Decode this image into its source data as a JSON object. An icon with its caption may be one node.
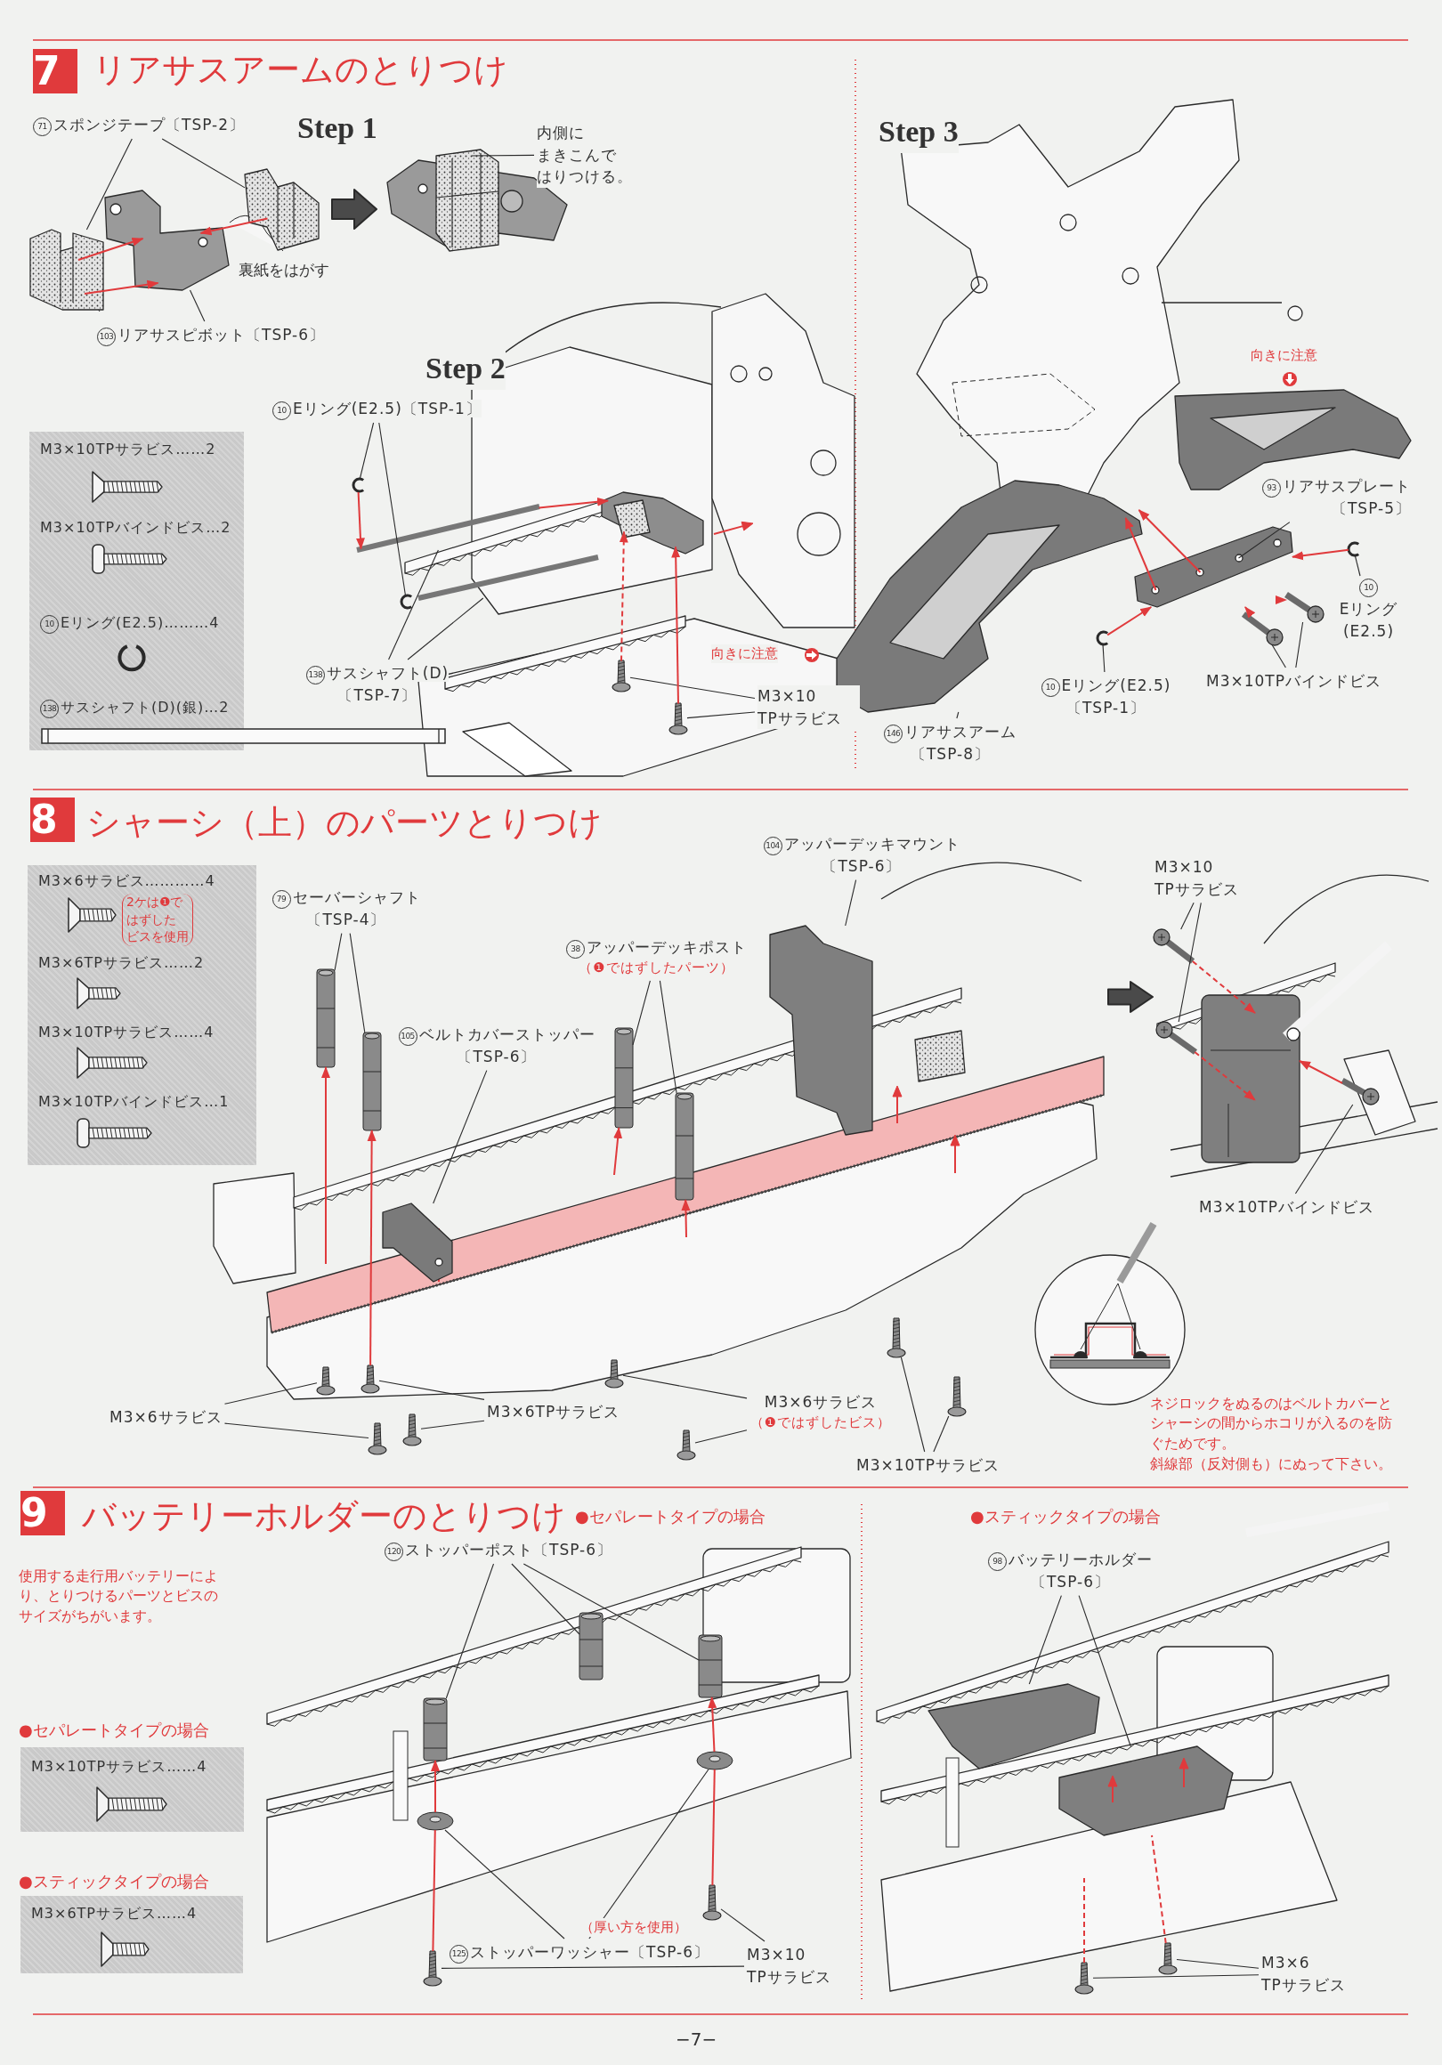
{
  "diagram": {
    "nodes": [
      {
        "text": [
          "7"
        ]
      },
      {
        "text": [
          "71",
          "スポンジテープ〔TSP-2〕"
        ]
      },
      {
        "text": [
          "103",
          "リアサスピボット〔TSP-6〕"
        ]
      },
      {
        "text": [
          "内側にまきこんではりつける。"
        ]
      },
      {
        "text": [
          "M3×10TPサラビス……2",
          "M3×10TPバインドビス…2",
          "10",
          "Eリング(E2.5)………4",
          "138",
          "サスシャフト(D)(銀)…2"
        ]
      },
      {
        "text": [
          "10",
          "Eリング(E2.5)〔TSP-1〕"
        ]
      },
      {
        "text": [
          "138",
          "サスシャフト(D) 〔TSP-7〕"
        ]
      },
      {
        "text": [
          "M3×10 TPサラビス"
        ]
      },
      {
        "text": [
          "93",
          "リアサスプレート〔TSP-5〕"
        ]
      },
      {
        "text": [
          "10",
          "Eリング (E2.5)"
        ]
      },
      {
        "text": [
          "M3×10TPバインドビス"
        ]
      },
      {
        "text": [
          "10",
          "Eリング(E2.5) 〔TSP-1〕"
        ]
      },
      {
        "text": [
          "146",
          "リアサスアーム〔TSP-8〕"
        ]
      },
      {
        "text": [
          "8"
        ]
      },
      {
        "text": [
          "M3×6サラビス…………4",
          "2ケは❶ではずしたビスを使用",
          "M3×6TPサラビス……2",
          "M3×10TPサラビス……4",
          "M3×10TPバインドビス…1"
        ]
      },
      {
        "text": [
          "79",
          "セーバーシャフト〔TSP-4〕"
        ]
      },
      {
        "text": [
          "105",
          "ベルトカバーストッパー〔TSP-6〕"
        ]
      },
      {
        "text": [
          "38",
          "アッパーデッキポスト",
          "（❶ではずしたパーツ）"
        ]
      },
      {
        "text": [
          "104",
          "アッパーデッキマウント〔TSP-6〕"
        ]
      },
      {
        "text": [
          "M3×10 TPサラビス"
        ]
      },
      {
        "text": [
          "M3×10TPバインドビス"
        ]
      },
      {
        "text": [
          "M3×6サラビス"
        ]
      },
      {
        "text": [
          "M3×6TPサラビス"
        ]
      },
      {
        "text": [
          "M3×6サラビス",
          "（❶ではずしたビス）"
        ]
      },
      {
        "text": [
          "M3×10TPサラビス"
        ]
      },
      {
        "text": [
          "9"
        ]
      },
      {
        "text": [
          "M3×10TPサラビス……4"
        ],
        "beside": [
          "●セパレートタイプの場合"
        ]
      },
      {
        "text": [
          "M3×6TPサラビス……4"
        ],
        "beside": [
          "●スティックタイプの場合"
        ]
      },
      {
        "text": [
          "120",
          "ストッパーポスト〔TSP-6〕"
        ]
      },
      {
        "text": [
          "125",
          "ストッパーワッシャー〔TSP-6〕"
        ]
      },
      {
        "text": [
          "M3×10 TPサラビス"
        ]
      },
      {
        "text": [
          "98",
          "バッテリーホルダー〔TSP-6〕"
        ]
      },
      {
        "text": [
          "M3×6 TPサラビス"
        ]
      },
      {
        "text": [],
        "shape": "picture"
      },
      {
        "text": [],
        "shape": "picture"
      },
      {
        "text": [],
        "shape": "picture"
      },
      {
        "text": [],
        "shape": "picture"
      },
      {
        "text": [],
        "shape": "picture"
      },
      {
        "text": [],
        "shape": "picture"
      },
      {
        "text": [],
        "shape": "picture"
      },
      {
        "text": [],
        "shape": "picture"
      },
      {
        "text": [],
        "shape": "picture"
      },
      {
        "text": [],
        "shape": "picture"
      },
      {
        "text": [],
        "shape": "picture"
      },
      {
        "text": [],
        "shape": "picture"
      },
      {
        "text": [],
        "shape": "picture"
      },
      {
        "text": [],
        "shape": "picture"
      },
      {
        "text": [],
        "shape": "picture"
      },
      {
        "text": [],
        "shape": "picture"
      },
      {
        "text": [],
        "shape": "picture"
      },
      {
        "text": [],
        "shape": "picture"
      },
      {
        "text": [],
        "shape": "picture"
      },
      {
        "text": [],
        "shape": "picture"
      },
      {
        "text": [],
        "shape": "picture"
      },
      {
        "text": [],
        "shape": "picture"
      },
      {
        "text": [],
        "shape": "picture"
      },
      {
        "text": [],
        "shape": "picture"
      },
      {
        "text": [],
        "shape": "picture"
      },
      {
        "text": [],
        "shape": "picture"
      },
      {
        "text": [],
        "shape": "picture"
      },
      {
        "text": [],
        "shape": "picture"
      },
      {
        "text": [],
        "shape": "picture"
      },
      {
        "text": [],
        "shape": "picture"
      },
      {
        "text": [],
        "shape": "picture"
      },
      {
        "text": [],
        "shape": "picture"
      },
      {
        "text": [],
        "shape": "picture"
      },
      {
        "text": [],
        "shape": "picture"
      },
      {
        "text": [],
        "shape": "picture"
      },
      {
        "text": [],
        "shape": "picture"
      },
      {
        "text": [],
        "shape": "picture"
      },
      {
        "text": [],
        "shape": "picture"
      },
      {
        "text": [],
        "shape": "picture"
      },
      {
        "text": [],
        "shape": "picture"
      },
      {
        "text": [],
        "shape": "picture"
      },
      {
        "text": [],
        "shape": "picture"
      },
      {
        "text": [],
        "shape": "picture"
      },
      {
        "text": [],
        "shape": "picture"
      },
      {
        "text": [],
        "shape": "picture"
      }
    ],
    "edges": [
      {
        "from": 1,
        "to": 33,
        "arrow": "none"
      },
      {
        "from": 1,
        "to": 34,
        "arrow": "none"
      },
      {
        "from": 2,
        "to": 35,
        "arrow": "none"
      },
      {
        "from": 3,
        "to": 36,
        "arrow": "none"
      },
      {
        "from": 5,
        "to": 37,
        "arrow": "none"
      },
      {
        "from": 5,
        "to": 38,
        "arrow": "none"
      },
      {
        "from": 6,
        "to": 39,
        "arrow": "none"
      },
      {
        "from": 6,
        "to": 40,
        "arrow": "none"
      },
      {
        "from": 7,
        "to": 41,
        "arrow": "none"
      },
      {
        "from": 7,
        "to": 42,
        "arrow": "none"
      },
      {
        "from": 8,
        "to": 43,
        "arrow": "none"
      },
      {
        "from": 9,
        "to": 44,
        "arrow": "none"
      },
      {
        "from": 10,
        "to": 45,
        "arrow": "none"
      },
      {
        "from": 10,
        "to": 46,
        "arrow": "none"
      },
      {
        "from": 11,
        "to": 47,
        "arrow": "none"
      },
      {
        "from": 12,
        "to": 48,
        "arrow": "none"
      },
      {
        "from": 15,
        "to": 49,
        "arrow": "none"
      },
      {
        "from": 15,
        "to": 50,
        "arrow": "none"
      },
      {
        "from": 16,
        "to": 51,
        "arrow": "none"
      },
      {
        "from": 17,
        "to": 52,
        "arrow": "none"
      },
      {
        "from": 17,
        "to": 53,
        "arrow": "none"
      },
      {
        "from": 18,
        "to": 54,
        "arrow": "none"
      },
      {
        "from": 19,
        "to": 55,
        "arrow": "none"
      },
      {
        "from": 19,
        "to": 56,
        "arrow": "none"
      },
      {
        "from": 20,
        "to": 57,
        "arrow": "none"
      },
      {
        "from": 21,
        "to": 58,
        "arrow": "none"
      },
      {
        "from": 21,
        "to": 59,
        "arrow": "none"
      },
      {
        "from": 22,
        "to": 60,
        "arrow": "none"
      },
      {
        "from": 22,
        "to": 61,
        "arrow": "none"
      },
      {
        "from": 23,
        "to": 62,
        "arrow": "none"
      },
      {
        "from": 23,
        "to": 63,
        "arrow": "none"
      },
      {
        "from": 24,
        "to": 64,
        "arrow": "none"
      },
      {
        "from": 24,
        "to": 65,
        "arrow": "none"
      },
      {
        "from": 28,
        "to": 66,
        "arrow": "none"
      },
      {
        "from": 28,
        "to": 67,
        "arrow": "none"
      },
      {
        "from": 28,
        "to": 68,
        "arrow": "none"
      },
      {
        "from": 29,
        "to": 69,
        "arrow": "none"
      },
      {
        "from": 29,
        "to": 70,
        "arrow": "none"
      },
      {
        "from": 30,
        "to": 71,
        "arrow": "none"
      },
      {
        "from": 30,
        "to": 72,
        "arrow": "none"
      },
      {
        "from": 31,
        "to": 73,
        "arrow": "none"
      },
      {
        "from": 31,
        "to": 74,
        "arrow": "none"
      },
      {
        "from": 32,
        "to": 75,
        "arrow": "none"
      },
      {
        "from": 32,
        "to": 76,
        "arrow": "none"
      },
      {
        "from": 33,
        "to": 35,
        "arrow": "to",
        "color": "#e03a3c"
      },
      {
        "from": 33,
        "to": 35,
        "arrow": "to",
        "color": "#e03a3c"
      },
      {
        "from": 34,
        "to": 35,
        "arrow": "to",
        "color": "#e03a3c"
      },
      {
        "from": 37,
        "to": 39,
        "arrow": "to",
        "color": "#e03a3c"
      },
      {
        "from": 39,
        "to": 77,
        "arrow": "to",
        "color": "#e03a3c"
      },
      {
        "from": 41,
        "to": 77,
        "arrow": "to",
        "style": "dashed",
        "color": "#e03a3c"
      },
      {
        "from": 42,
        "to": 77,
        "arrow": "to",
        "color": "#e03a3c"
      },
      {
        "from": 43,
        "to": 48,
        "arrow": "to",
        "color": "#e03a3c"
      },
      {
        "from": 43,
        "to": 48,
        "arrow": "to",
        "color": "#e03a3c"
      },
      {
        "from": 46,
        "to": 43,
        "arrow": "to",
        "color": "#e03a3c"
      },
      {
        "from": 44,
        "to": 43,
        "arrow": "to",
        "color": "#e03a3c"
      },
      {
        "from": 47,
        "to": 43,
        "arrow": "to",
        "color": "#e03a3c"
      },
      {
        "from": 45,
        "to": 43,
        "arrow": "to",
        "color": "#e03a3c"
      },
      {
        "from": 60,
        "to": 50,
        "arrow": "to",
        "color": "#e03a3c"
      },
      {
        "from": null,
        "to": 49,
        "arrow": "to",
        "color": "#e03a3c"
      },
      {
        "from": null,
        "to": 52,
        "arrow": "to",
        "color": "#e03a3c"
      },
      {
        "from": null,
        "to": 53,
        "arrow": "to",
        "color": "#e03a3c"
      },
      {
        "from": 55,
        "to": null,
        "arrow": "to",
        "style": "dashed",
        "color": "#e03a3c"
      },
      {
        "from": 56,
        "to": null,
        "arrow": "to",
        "style": "dashed",
        "color": "#e03a3c"
      },
      {
        "from": 57,
        "to": null,
        "arrow": "to",
        "color": "#e03a3c"
      },
      {
        "from": 69,
        "to": 66,
        "arrow": "to",
        "color": "#e03a3c"
      },
      {
        "from": 70,
        "to": 68,
        "arrow": "to",
        "color": "#e03a3c"
      },
      {
        "from": 71,
        "to": 69,
        "arrow": "none",
        "color": "#e03a3c"
      },
      {
        "from": 72,
        "to": 70,
        "arrow": "none",
        "color": "#e03a3c"
      },
      {
        "from": 76,
        "to": null,
        "arrow": "none",
        "style": "dashed",
        "color": "#e03a3c"
      },
      {
        "from": 75,
        "to": 74,
        "arrow": "none",
        "style": "dashed",
        "color": "#e03a3c"
      }
    ],
    "labels": [
      "リアサスアームのとりつけ",
      "Step 1",
      "裏紙をはがす",
      "Step 2",
      "Step 3",
      "向きに注意",
      "向きに注意",
      "シャーシ（上）のパーツとりつけ",
      "ネジロックをぬるのはベルトカバーとシャーシの間からホコリが入るのを防ぐためです。",
      "斜線部（反対側も）にぬって下さい。",
      "バッテリーホルダーのとりつけ",
      "●セパレートタイプの場合",
      "使用する走行用バッテリーにより、とりつけるパーツとビスのサイズがちがいます。",
      "（厚い方を使用）",
      "●スティックタイプの場合",
      "−7−"
    ]
  }
}
